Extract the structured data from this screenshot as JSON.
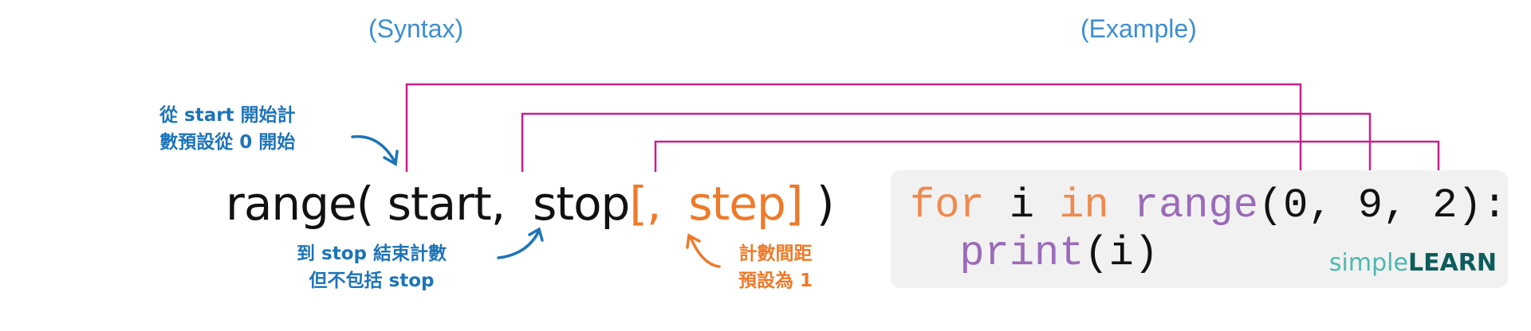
{
  "titles": {
    "syntax": "(Syntax)",
    "example": "(Example)"
  },
  "syntax": {
    "prefix": "range( start,  stop",
    "optional": "[,  step]",
    "suffix": " )"
  },
  "notes": {
    "start_line1": "從 start 開始計",
    "start_line2": "數預設從 0 開始",
    "stop_line1": "到 stop 結束計數",
    "stop_line2": "但不包括 stop",
    "step_line1": "計數間距",
    "step_line2": "預設為 1"
  },
  "code": {
    "kw_for": "for",
    "var_i": " i ",
    "kw_in": "in",
    "sp": " ",
    "fn_range": "range",
    "args": "(0, 9, 2):",
    "indent": "  ",
    "fn_print": "print",
    "print_args": "(i)"
  },
  "logo": {
    "simple": "simple",
    "learn": "LEARN"
  },
  "colors": {
    "connector": "#cc1f8a",
    "blue_note": "#1d74b8",
    "orange": "#ee7a2a"
  }
}
